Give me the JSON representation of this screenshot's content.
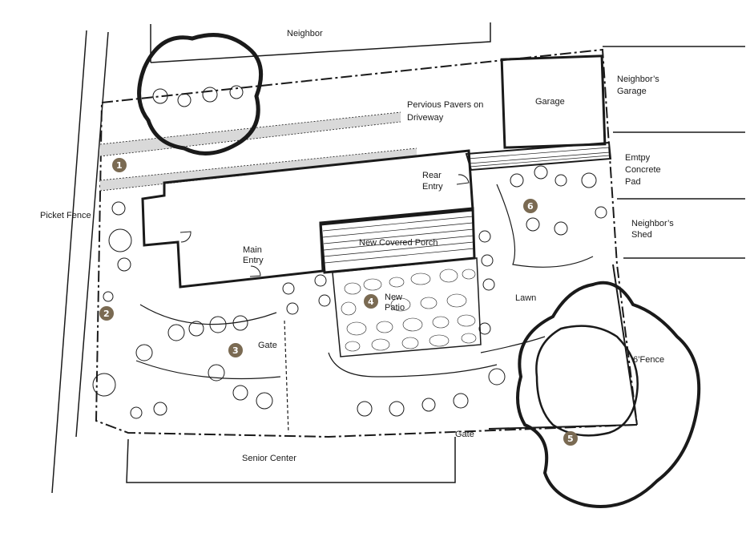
{
  "labels": {
    "neighbor": "Neighbor",
    "pervious_pavers_line1": "Pervious Pavers on",
    "pervious_pavers_line2": "Driveway",
    "garage": "Garage",
    "neighbors_garage_line1": "Neighbor’s",
    "neighbors_garage_line2": "Garage",
    "empty_pad_line1": "Emtpy",
    "empty_pad_line2": "Concrete",
    "empty_pad_line3": "Pad",
    "neighbors_shed_line1": "Neighbor’s",
    "neighbors_shed_line2": "Shed",
    "picket_fence": "Picket Fence",
    "rear_entry_line1": "Rear",
    "rear_entry_line2": "Entry",
    "main_entry_line1": "Main",
    "main_entry_line2": "Entry",
    "new_covered_porch": "New Covered Porch",
    "new_patio_line1": "New",
    "new_patio_line2": "Patio",
    "lawn": "Lawn",
    "six_foot_fence": "6’Fence",
    "gate_north": "Gate",
    "gate_south": "Gate",
    "senior_center": "Senior Center"
  },
  "markers": [
    "1",
    "2",
    "3",
    "4",
    "5",
    "6"
  ],
  "colors": {
    "ink": "#1a1a1a",
    "marker_fill": "#7a6a52",
    "paver": "#d9d9d9"
  }
}
